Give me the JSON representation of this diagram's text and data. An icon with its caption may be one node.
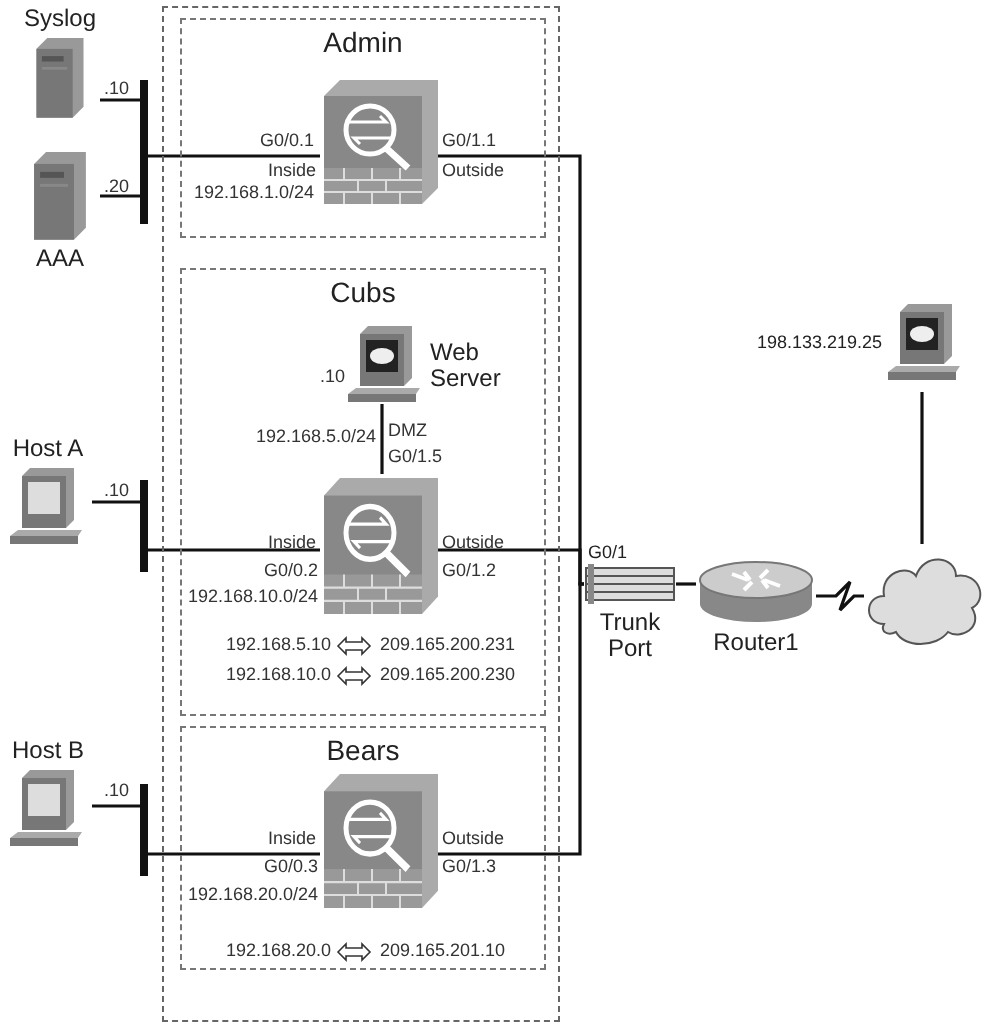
{
  "diagram": {
    "nodes": [
      {
        "text": [],
        "shape": "box"
      },
      {
        "text": [
          "Admin"
        ],
        "in": 0
      },
      {
        "text": [],
        "shape": "firewall",
        "in": 1
      },
      {
        "text": [
          "Syslog"
        ]
      },
      {
        "text": [
          "AAA"
        ]
      },
      {
        "text": [],
        "shape": "bar"
      },
      {
        "text": [
          "Cubs"
        ],
        "in": 0
      },
      {
        "text": [
          "Web Server"
        ],
        "in": 6
      },
      {
        "text": [],
        "shape": "firewall",
        "in": 6
      },
      {
        "text": [
          "Host A"
        ]
      },
      {
        "text": [],
        "shape": "bar"
      },
      {
        "text": [
          "Bears"
        ],
        "in": 0
      },
      {
        "text": [],
        "shape": "firewall",
        "in": 11
      },
      {
        "text": [
          "Host B"
        ]
      },
      {
        "text": [],
        "shape": "bar"
      },
      {
        "text": [
          "Trunk Port"
        ],
        "beside": [
          "G0/1"
        ]
      },
      {
        "text": [
          "Router1"
        ]
      },
      {
        "text": [],
        "shape": "cloud"
      },
      {
        "text": [
          "198.133.219.25"
        ]
      }
    ],
    "edges": [
      {
        "from": 3,
        "to": 5,
        "arrow": "none"
      },
      {
        "from": 4,
        "to": 5,
        "arrow": "none"
      },
      {
        "from": 5,
        "to": 2,
        "arrow": "none"
      },
      {
        "from": 2,
        "to": 15,
        "arrow": "none"
      },
      {
        "from": 7,
        "to": 8,
        "arrow": "none"
      },
      {
        "from": 9,
        "to": 10,
        "arrow": "none"
      },
      {
        "from": 10,
        "to": 8,
        "arrow": "none"
      },
      {
        "from": 8,
        "to": 15,
        "arrow": "none"
      },
      {
        "from": 13,
        "to": 14,
        "arrow": "none"
      },
      {
        "from": 14,
        "to": 12,
        "arrow": "none"
      },
      {
        "from": 12,
        "to": 15,
        "arrow": "none"
      },
      {
        "from": 15,
        "to": 16,
        "arrow": "none"
      },
      {
        "from": 16,
        "to": 17,
        "arrow": "none"
      },
      {
        "from": 17,
        "to": 18,
        "arrow": "none"
      }
    ],
    "labels": [
      ".10",
      ".20",
      "G0/0.1",
      "Inside",
      "192.168.1.0/24",
      "G0/1.1",
      "Outside",
      ".10",
      "192.168.5.0/24",
      "DMZ",
      "G0/1.5",
      ".10",
      "Inside",
      "G0/0.2",
      "192.168.10.0/24",
      "Outside",
      "G0/1.2",
      "192.168.5.10",
      "209.165.200.231",
      "192.168.10.0",
      "209.165.200.230",
      ".10",
      "Inside",
      "G0/0.3",
      "192.168.20.0/24",
      "Outside",
      "G0/1.3",
      "192.168.20.0",
      "209.165.201.10"
    ]
  }
}
